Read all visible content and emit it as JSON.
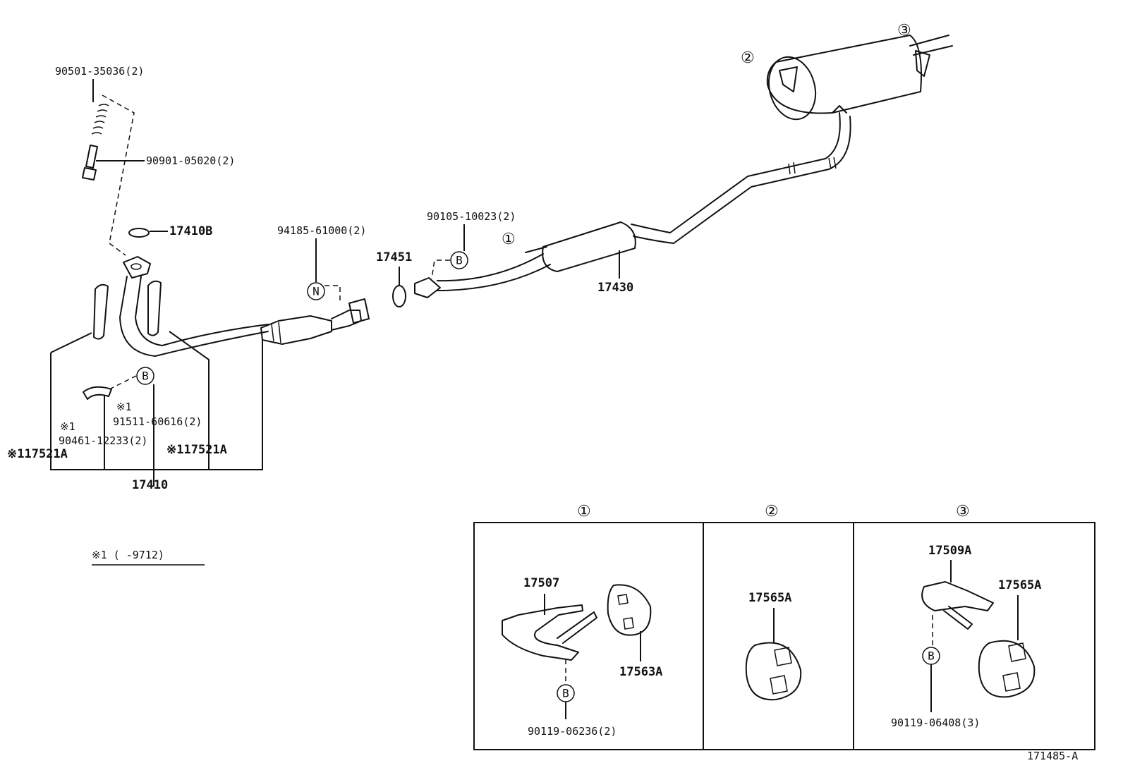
{
  "diagram_id": "171485-A",
  "note": "※1 (      -9712)",
  "labels": {
    "p90501": "90501-35036(2)",
    "p90901": "90901-05020(2)",
    "p17410b": "17410B",
    "p94185": "94185-61000(2)",
    "p90105": "90105-10023(2)",
    "p17451": "17451",
    "p17430": "17430",
    "p91511_mark": "※1",
    "p91511": "91511-60616(2)",
    "p90461_mark": "※1",
    "p90461": "90461-12233(2)",
    "p17521a_left": "※117521A",
    "p17521a_right": "※117521A",
    "p17410": "17410",
    "p17507": "17507",
    "p17563a": "17563A",
    "p90119_06236": "90119-06236(2)",
    "p17565a_mid": "17565A",
    "p17509a": "17509A",
    "p17565a_right": "17565A",
    "p90119_06408": "90119-06408(3)"
  },
  "refs": {
    "r1": "①",
    "r2": "②",
    "r3": "③",
    "panel1": "①",
    "panel2": "②",
    "panel3": "③"
  },
  "markers": {
    "b": "B",
    "n": "N"
  }
}
